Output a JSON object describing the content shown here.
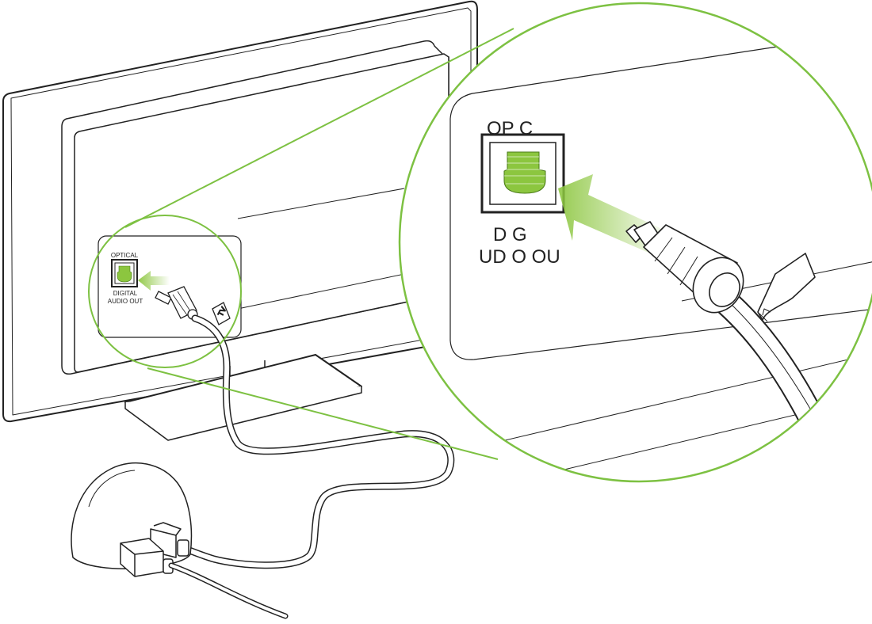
{
  "labels": {
    "optical_small": "OPTICAL",
    "digital_small": "DIGITAL",
    "audio_out_small": "AUDIO OUT",
    "optical_large": "OP   C",
    "digital_large": "D G",
    "audio_out_large": "UD O OU",
    "cable_tag": "TV"
  },
  "icons": {
    "port": "optical-port-icon",
    "arrow": "insert-arrow-icon"
  },
  "colors": {
    "accent": "#8cc63f",
    "outline": "#222222",
    "callout": "#7dc142"
  }
}
